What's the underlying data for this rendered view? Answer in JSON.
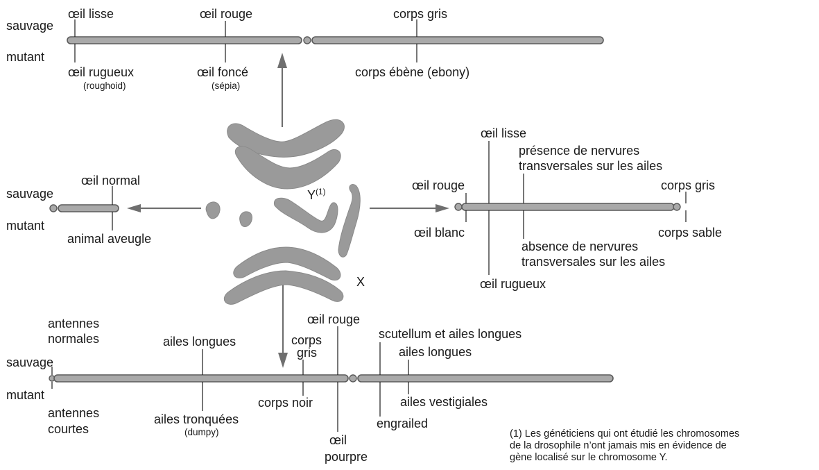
{
  "chromosome_2": {
    "wild_label": "sauvage",
    "mutant_label": "mutant",
    "loci": [
      {
        "wild": "œil lisse",
        "mutant": "œil rugueux",
        "mutant_note": "(roughoid)"
      },
      {
        "wild": "œil rouge",
        "mutant": "œil foncé",
        "mutant_note": "(sépia)"
      },
      {
        "wild": "corps gris",
        "mutant": "corps ébène (ebony)",
        "mutant_note": ""
      }
    ]
  },
  "chromosome_4": {
    "wild_label": "sauvage",
    "mutant_label": "mutant",
    "wild": "œil normal",
    "mutant": "animal aveugle"
  },
  "chromosome_x": {
    "label": "X",
    "loci": [
      {
        "wild": "œil rouge",
        "mutant": "œil blanc"
      },
      {
        "wild": "œil lisse",
        "mutant": "œil rugueux"
      },
      {
        "wild_1": "présence de nervures",
        "wild_2": "transversales sur les ailes",
        "mutant_1": "absence de nervures",
        "mutant_2": "transversales sur les ailes"
      },
      {
        "wild": "corps gris",
        "mutant": "corps sable"
      }
    ]
  },
  "chromosome_y": {
    "label": "Y",
    "footnote_mark": "(1)"
  },
  "chromosome_3": {
    "wild_label": "sauvage",
    "mutant_label": "mutant",
    "loci": [
      {
        "wild_1": "antennes",
        "wild_2": "normales",
        "mutant_1": "antennes",
        "mutant_2": "courtes"
      },
      {
        "wild": "ailes longues",
        "mutant": "ailes tronquées",
        "mutant_note": "(dumpy)"
      },
      {
        "wild_1": "corps",
        "wild_2": "gris",
        "mutant": "corps noir"
      },
      {
        "wild": "œil rouge",
        "mutant_1": "œil",
        "mutant_2": "pourpre"
      },
      {
        "wild": "scutellum et ailes longues",
        "mutant": "engrailed"
      },
      {
        "wild": "ailes longues",
        "mutant": "ailes vestigiales"
      }
    ]
  },
  "footnote": {
    "line_1": "(1) Les généticiens qui ont étudié les chromosomes",
    "line_2": "de la drosophile n’ont jamais mis en évidence de",
    "line_3": "gène localisé sur le chromosome Y."
  }
}
